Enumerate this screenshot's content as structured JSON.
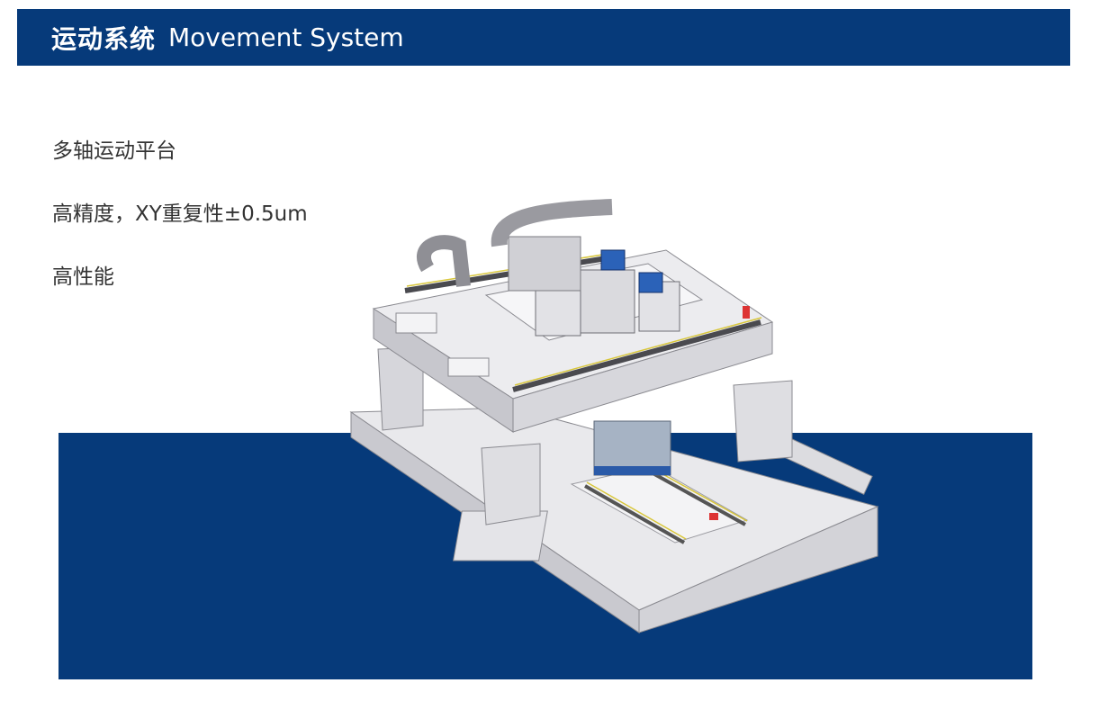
{
  "header": {
    "title_cn": "运动系统",
    "title_en": "Movement System"
  },
  "features": [
    "多轴运动平台",
    "高精度，XY重复性±0.5um",
    "高性能"
  ],
  "colors": {
    "brand_blue": "#063a7a",
    "text": "#333333",
    "background": "#ffffff"
  },
  "image": {
    "semantic": "multi-axis-gantry-motion-platform-illustration"
  }
}
